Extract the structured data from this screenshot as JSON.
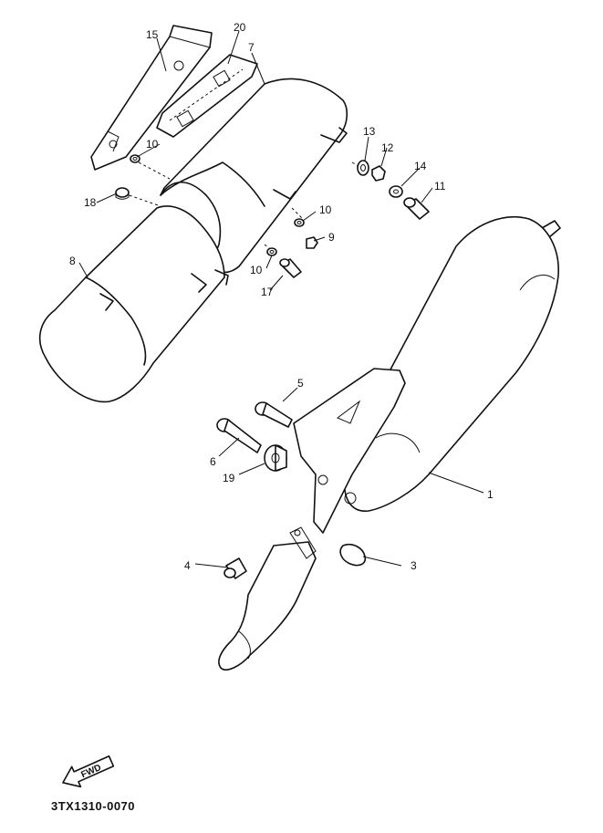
{
  "diagram": {
    "drawing_code": "3TX1310-0070",
    "direction_label": "FWD",
    "callouts": [
      {
        "id": "1",
        "part": "muffler"
      },
      {
        "id": "3",
        "part": "gasket"
      },
      {
        "id": "4",
        "part": "bolt"
      },
      {
        "id": "5",
        "part": "bolt"
      },
      {
        "id": "6",
        "part": "bolt"
      },
      {
        "id": "7",
        "part": "protector-upper"
      },
      {
        "id": "8",
        "part": "protector-lower"
      },
      {
        "id": "9",
        "part": "nut"
      },
      {
        "id": "10",
        "part": "washer"
      },
      {
        "id": "10",
        "part": "washer"
      },
      {
        "id": "10",
        "part": "washer"
      },
      {
        "id": "11",
        "part": "bolt"
      },
      {
        "id": "12",
        "part": "nut"
      },
      {
        "id": "13",
        "part": "collar"
      },
      {
        "id": "14",
        "part": "washer"
      },
      {
        "id": "15",
        "part": "emblem"
      },
      {
        "id": "17",
        "part": "screw"
      },
      {
        "id": "18",
        "part": "grommet"
      },
      {
        "id": "19",
        "part": "damper"
      },
      {
        "id": "20",
        "part": "label"
      }
    ]
  }
}
